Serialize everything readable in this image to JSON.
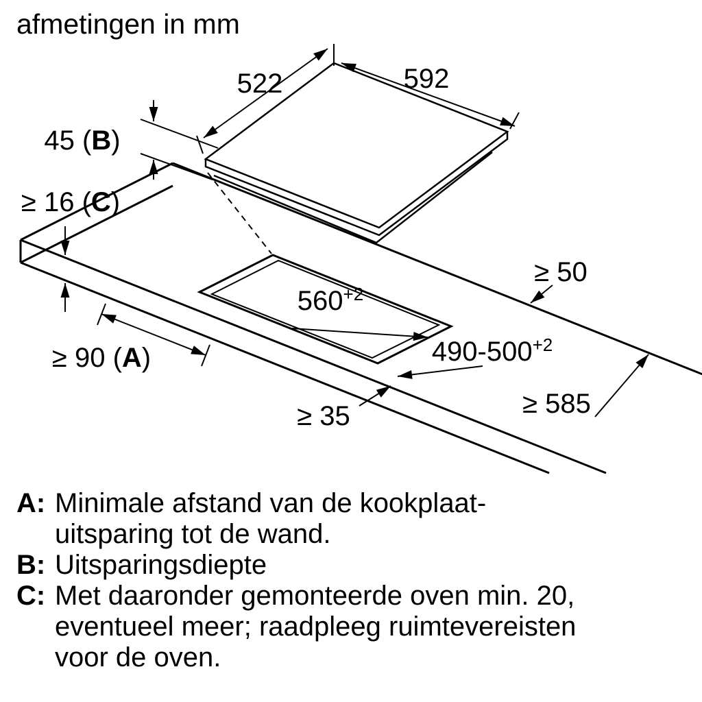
{
  "title": "afmetingen in mm",
  "colors": {
    "line": "#000000",
    "background": "#ffffff"
  },
  "diagram": {
    "labels": {
      "d522": "522",
      "d592": "592",
      "d45_pre": "45 (",
      "d45_letter": "B",
      "d45_post": ")",
      "d16_pre": "≥ 16 (",
      "d16_letter": "C",
      "d16_post": ")",
      "d50": "≥ 50",
      "d560_main": "560",
      "d560_sup": "+2",
      "d490_main": "490-500",
      "d490_sup": "+2",
      "d90_pre": "≥ 90 (",
      "d90_letter": "A",
      "d90_post": ")",
      "d35": "≥ 35",
      "d585": "≥ 585"
    }
  },
  "legend": {
    "items": [
      {
        "letter": "A:",
        "lines": [
          "Minimale afstand van de kookplaat-",
          "uitsparing tot de wand."
        ]
      },
      {
        "letter": "B:",
        "lines": [
          "Uitsparingsdiepte"
        ]
      },
      {
        "letter": "C:",
        "lines": [
          "Met daaronder gemonteerde oven min. 20,",
          "eventueel meer; raadpleeg ruimtevereisten",
          "voor de oven."
        ]
      }
    ]
  }
}
